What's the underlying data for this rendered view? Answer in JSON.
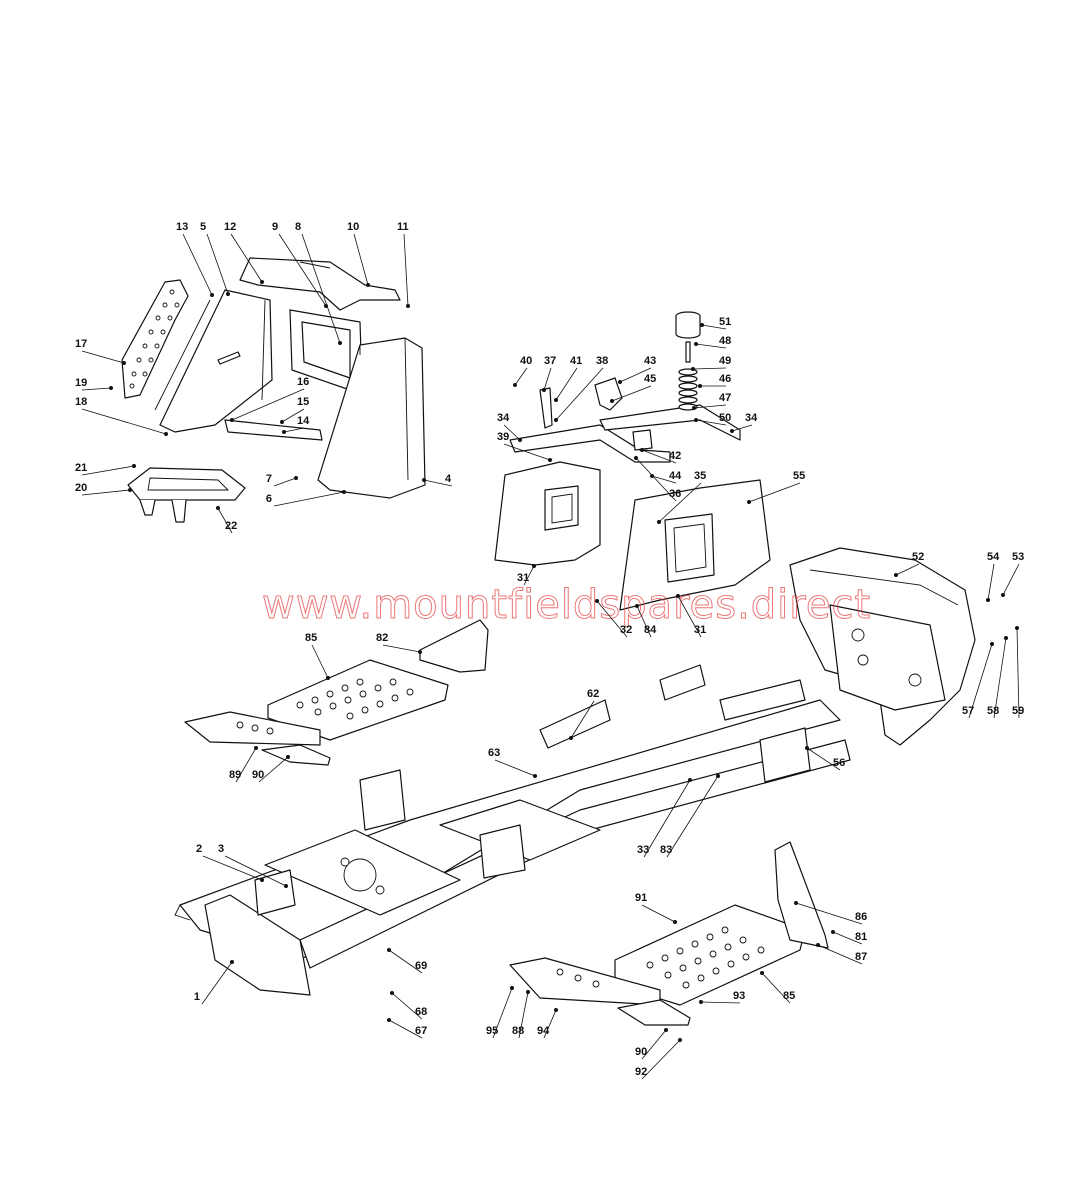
{
  "watermark": "www.mountfieldspares.direct",
  "parts": [
    {
      "label": "1"
    },
    {
      "label": "2"
    },
    {
      "label": "3"
    },
    {
      "label": "4"
    },
    {
      "label": "5"
    },
    {
      "label": "6"
    },
    {
      "label": "7"
    },
    {
      "label": "8"
    },
    {
      "label": "9"
    },
    {
      "label": "10"
    },
    {
      "label": "11"
    },
    {
      "label": "12"
    },
    {
      "label": "13"
    },
    {
      "label": "14"
    },
    {
      "label": "15"
    },
    {
      "label": "16"
    },
    {
      "label": "17"
    },
    {
      "label": "18"
    },
    {
      "label": "19"
    },
    {
      "label": "20"
    },
    {
      "label": "21"
    },
    {
      "label": "22"
    },
    {
      "label": "31"
    },
    {
      "label": "31"
    },
    {
      "label": "32"
    },
    {
      "label": "33"
    },
    {
      "label": "34"
    },
    {
      "label": "34"
    },
    {
      "label": "35"
    },
    {
      "label": "36"
    },
    {
      "label": "37"
    },
    {
      "label": "38"
    },
    {
      "label": "39"
    },
    {
      "label": "40"
    },
    {
      "label": "41"
    },
    {
      "label": "42"
    },
    {
      "label": "43"
    },
    {
      "label": "44"
    },
    {
      "label": "45"
    },
    {
      "label": "46"
    },
    {
      "label": "47"
    },
    {
      "label": "48"
    },
    {
      "label": "49"
    },
    {
      "label": "50"
    },
    {
      "label": "51"
    },
    {
      "label": "52"
    },
    {
      "label": "53"
    },
    {
      "label": "54"
    },
    {
      "label": "55"
    },
    {
      "label": "56"
    },
    {
      "label": "57"
    },
    {
      "label": "58"
    },
    {
      "label": "59"
    },
    {
      "label": "62"
    },
    {
      "label": "63"
    },
    {
      "label": "67"
    },
    {
      "label": "68"
    },
    {
      "label": "69"
    },
    {
      "label": "81"
    },
    {
      "label": "82"
    },
    {
      "label": "83"
    },
    {
      "label": "84"
    },
    {
      "label": "85"
    },
    {
      "label": "85"
    },
    {
      "label": "86"
    },
    {
      "label": "87"
    },
    {
      "label": "88"
    },
    {
      "label": "89"
    },
    {
      "label": "90"
    },
    {
      "label": "90"
    },
    {
      "label": "91"
    },
    {
      "label": "92"
    },
    {
      "label": "93"
    },
    {
      "label": "94"
    },
    {
      "label": "95"
    }
  ]
}
